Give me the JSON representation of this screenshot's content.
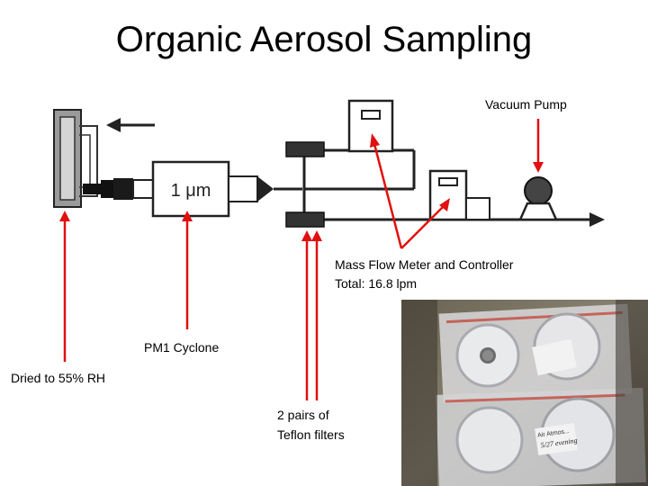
{
  "title": "Organic Aerosol Sampling",
  "labels": {
    "vacuum_pump": "Vacuum Pump",
    "mfc_line1": "Mass Flow Meter and Controller",
    "mfc_line2": "Total: 16.8 lpm",
    "cyclone": "PM1 Cyclone",
    "dryer": "Dried to 55% RH",
    "filters_line1": "2 pairs of",
    "filters_line2": "Teflon filters"
  },
  "cyclone_box_text": "1 μm",
  "photo_text": {
    "label_a": "Air Atmos...",
    "label_b": "5/27 evening"
  },
  "colors": {
    "arrow_red": "#e01010",
    "schematic_dark": "#2a2a2a",
    "schematic_gray": "#808080"
  }
}
